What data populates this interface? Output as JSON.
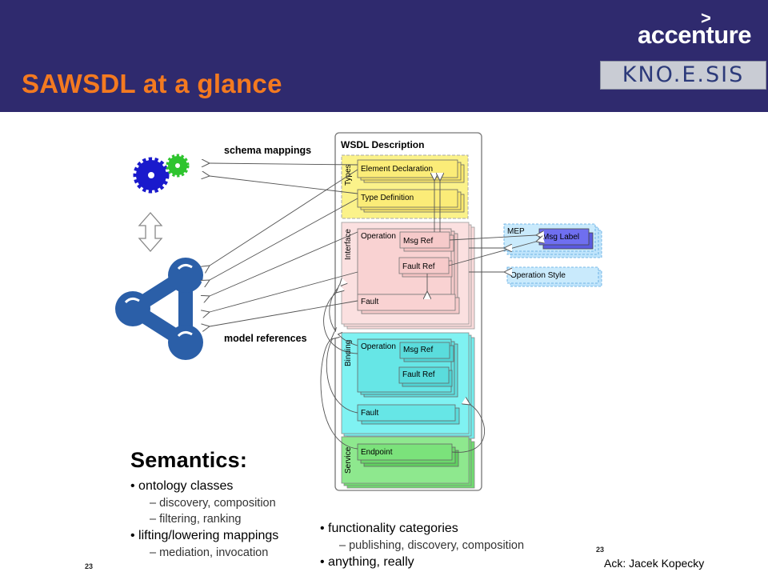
{
  "slide": {
    "title": "SAWSDL at a glance",
    "page_number_left": "23",
    "page_number_right": "23",
    "ack": "Ack: Jacek Kopecky"
  },
  "logos": {
    "accenture": "accenture",
    "accenture_mark": ">",
    "knoesis": "KNO.E.SIS"
  },
  "colors": {
    "header_bg": "#2f2a6e",
    "title": "#f47a20",
    "types": "#fbf28a",
    "interface": "#fadada",
    "binding": "#7ff2f2",
    "service": "#8ee88e",
    "mep": "#bfe4fb",
    "msg_label": "#6f6ff0",
    "gear_blue": "#1a1acc",
    "gear_green": "#2ec42e",
    "ontology_blue": "#2b5fa8"
  },
  "diagram": {
    "wsdl_title": "WSDL Description",
    "annotation_top": "schema mappings",
    "annotation_bottom": "model references",
    "sections": {
      "types": "Types",
      "interface": "Interface",
      "binding": "Binding",
      "service": "Service"
    },
    "types_items": [
      "Element Declaration",
      "Type Definition"
    ],
    "interface_operation": "Operation",
    "interface_msg_ref": "Msg Ref",
    "interface_fault_ref": "Fault Ref",
    "interface_fault": "Fault",
    "binding_operation": "Operation",
    "binding_msg_ref": "Msg Ref",
    "binding_fault_ref": "Fault Ref",
    "binding_fault": "Fault",
    "endpoint": "Endpoint",
    "mep": "MEP",
    "msg_label": "Msg Label",
    "operation_style": "Operation Style"
  },
  "semantics": {
    "title": "Semantics:",
    "col1": [
      {
        "text": "ontology classes",
        "subs": [
          "discovery, composition",
          "filtering, ranking"
        ]
      },
      {
        "text": "lifting/lowering mappings",
        "subs": [
          "mediation, invocation"
        ]
      }
    ],
    "col2": [
      {
        "text": "functionality categories",
        "subs": [
          "publishing, discovery, composition"
        ]
      },
      {
        "text": "anything, really",
        "subs": []
      }
    ]
  }
}
